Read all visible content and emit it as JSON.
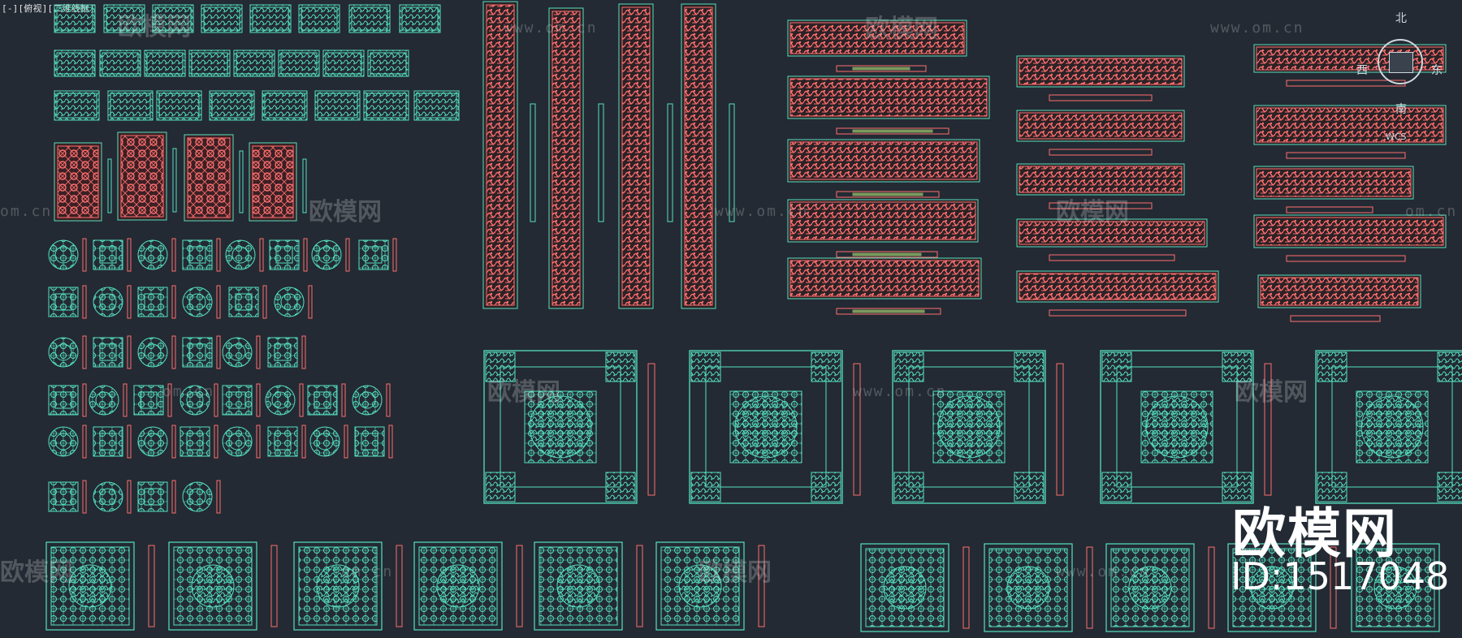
{
  "viewport": {
    "label": "[-][俯视][二维线框]"
  },
  "watermarks": {
    "brand": "欧模网",
    "url": "www.om.cn",
    "url_short": "om.cn"
  },
  "logo": {
    "brand": "欧模网",
    "id_text": "ID:1517048"
  },
  "viewcube": {
    "north": "北",
    "south": "南",
    "east": "东",
    "west": "西",
    "wcs": "WCS"
  },
  "colors": {
    "background": "#232a33",
    "cyan": "#55e0c0",
    "red": "#ff6e6e",
    "olive": "#7a9a5c"
  }
}
